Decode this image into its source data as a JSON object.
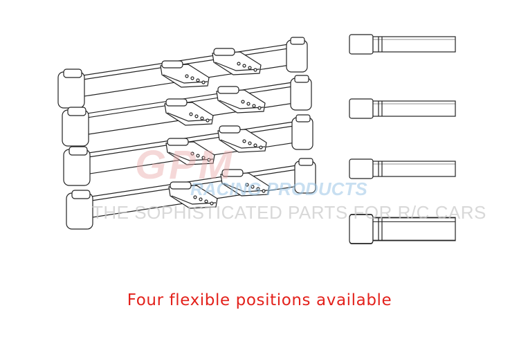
{
  "caption": "Four flexible positions available",
  "watermark": {
    "logo": "GPM",
    "subtitle": "RACING PRODUCTS",
    "tagline": "THE SOPHISTICATED PARTS FOR R/C CARS"
  },
  "colors": {
    "caption": "#e3211b",
    "line": "#222222"
  },
  "positions": 4
}
